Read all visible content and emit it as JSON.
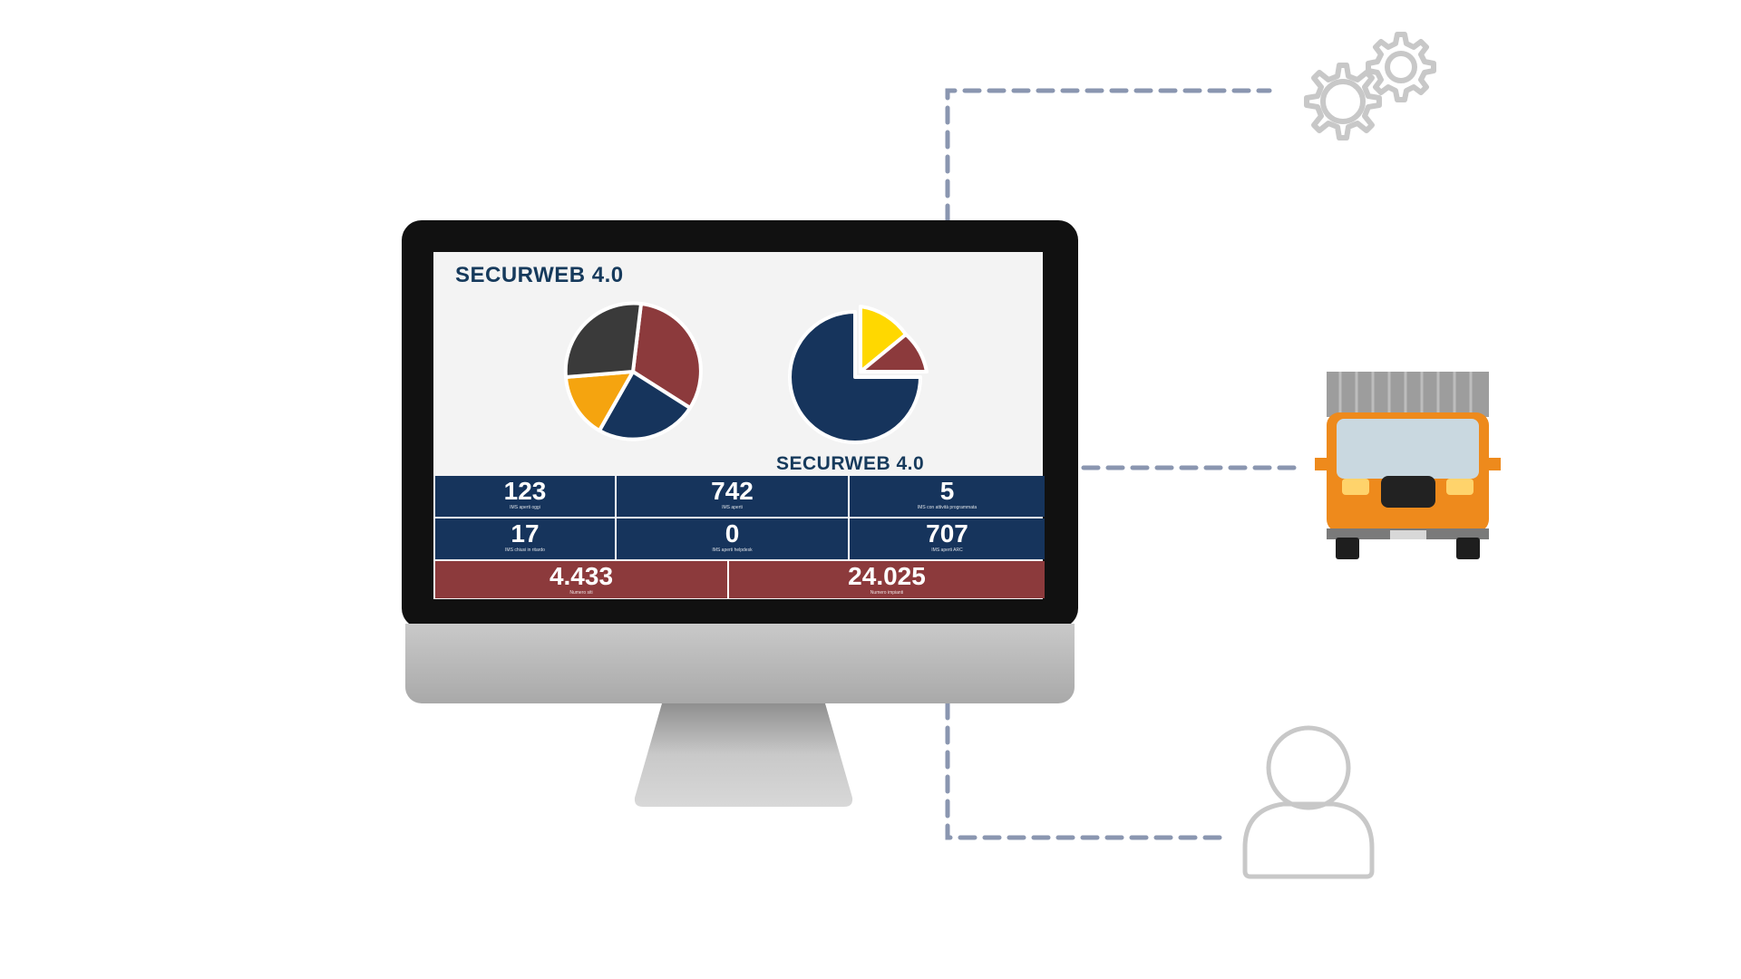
{
  "screen": {
    "title_top": "SECURWEB 4.0",
    "title_bottom": "SECURWEB 4.0",
    "stats": [
      {
        "value": "123",
        "label": "IMS aperti oggi"
      },
      {
        "value": "742",
        "label": "IMS aperti"
      },
      {
        "value": "5",
        "label": "IMS con attività programmata"
      },
      {
        "value": "17",
        "label": "IMS chiusi in ritardo"
      },
      {
        "value": "0",
        "label": "IMS aperti helpdesk"
      },
      {
        "value": "707",
        "label": "IMS aperti ARC"
      }
    ],
    "totals": [
      {
        "value": "4.433",
        "label": "Numero siti"
      },
      {
        "value": "24.025",
        "label": "Numero impianti"
      }
    ]
  },
  "colors": {
    "navy": "#16345c",
    "red": "#8c3a3c",
    "charcoal": "#3a3a3a",
    "orange": "#f5a40f",
    "yellow": "#ffd800",
    "connector": "#8a96b0",
    "truck_orange": "#ee8a1c"
  },
  "icons": [
    "gears-icon",
    "truck-icon",
    "user-icon"
  ]
}
